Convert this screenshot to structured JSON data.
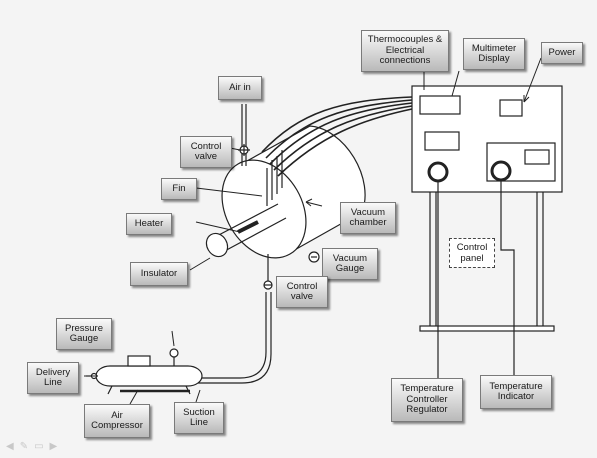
{
  "labels": {
    "thermocouples": "Thermocouples &\nElectrical\nconnections",
    "multimeter": "Multimeter\nDisplay",
    "power": "Power",
    "air_in": "Air in",
    "control_valve_top": "Control\nvalve",
    "fin": "Fin",
    "heater": "Heater",
    "vacuum_chamber": "Vacuum\nchamber",
    "vacuum_gauge": "Vacuum\nGauge",
    "insulator": "Insulator",
    "control_valve_bottom": "Control\nvalve",
    "control_panel": "Control\npanel",
    "pressure_gauge": "Pressure\nGauge",
    "delivery_line": "Delivery\nLine",
    "air_compressor": "Air\nCompressor",
    "suction_line": "Suction\nLine",
    "temp_controller": "Temperature\nController\nRegulator",
    "temp_indicator": "Temperature\nIndicator"
  },
  "colors": {
    "line": "#222222",
    "label_top": "#fafafa",
    "label_bottom": "#b9b9b9"
  }
}
